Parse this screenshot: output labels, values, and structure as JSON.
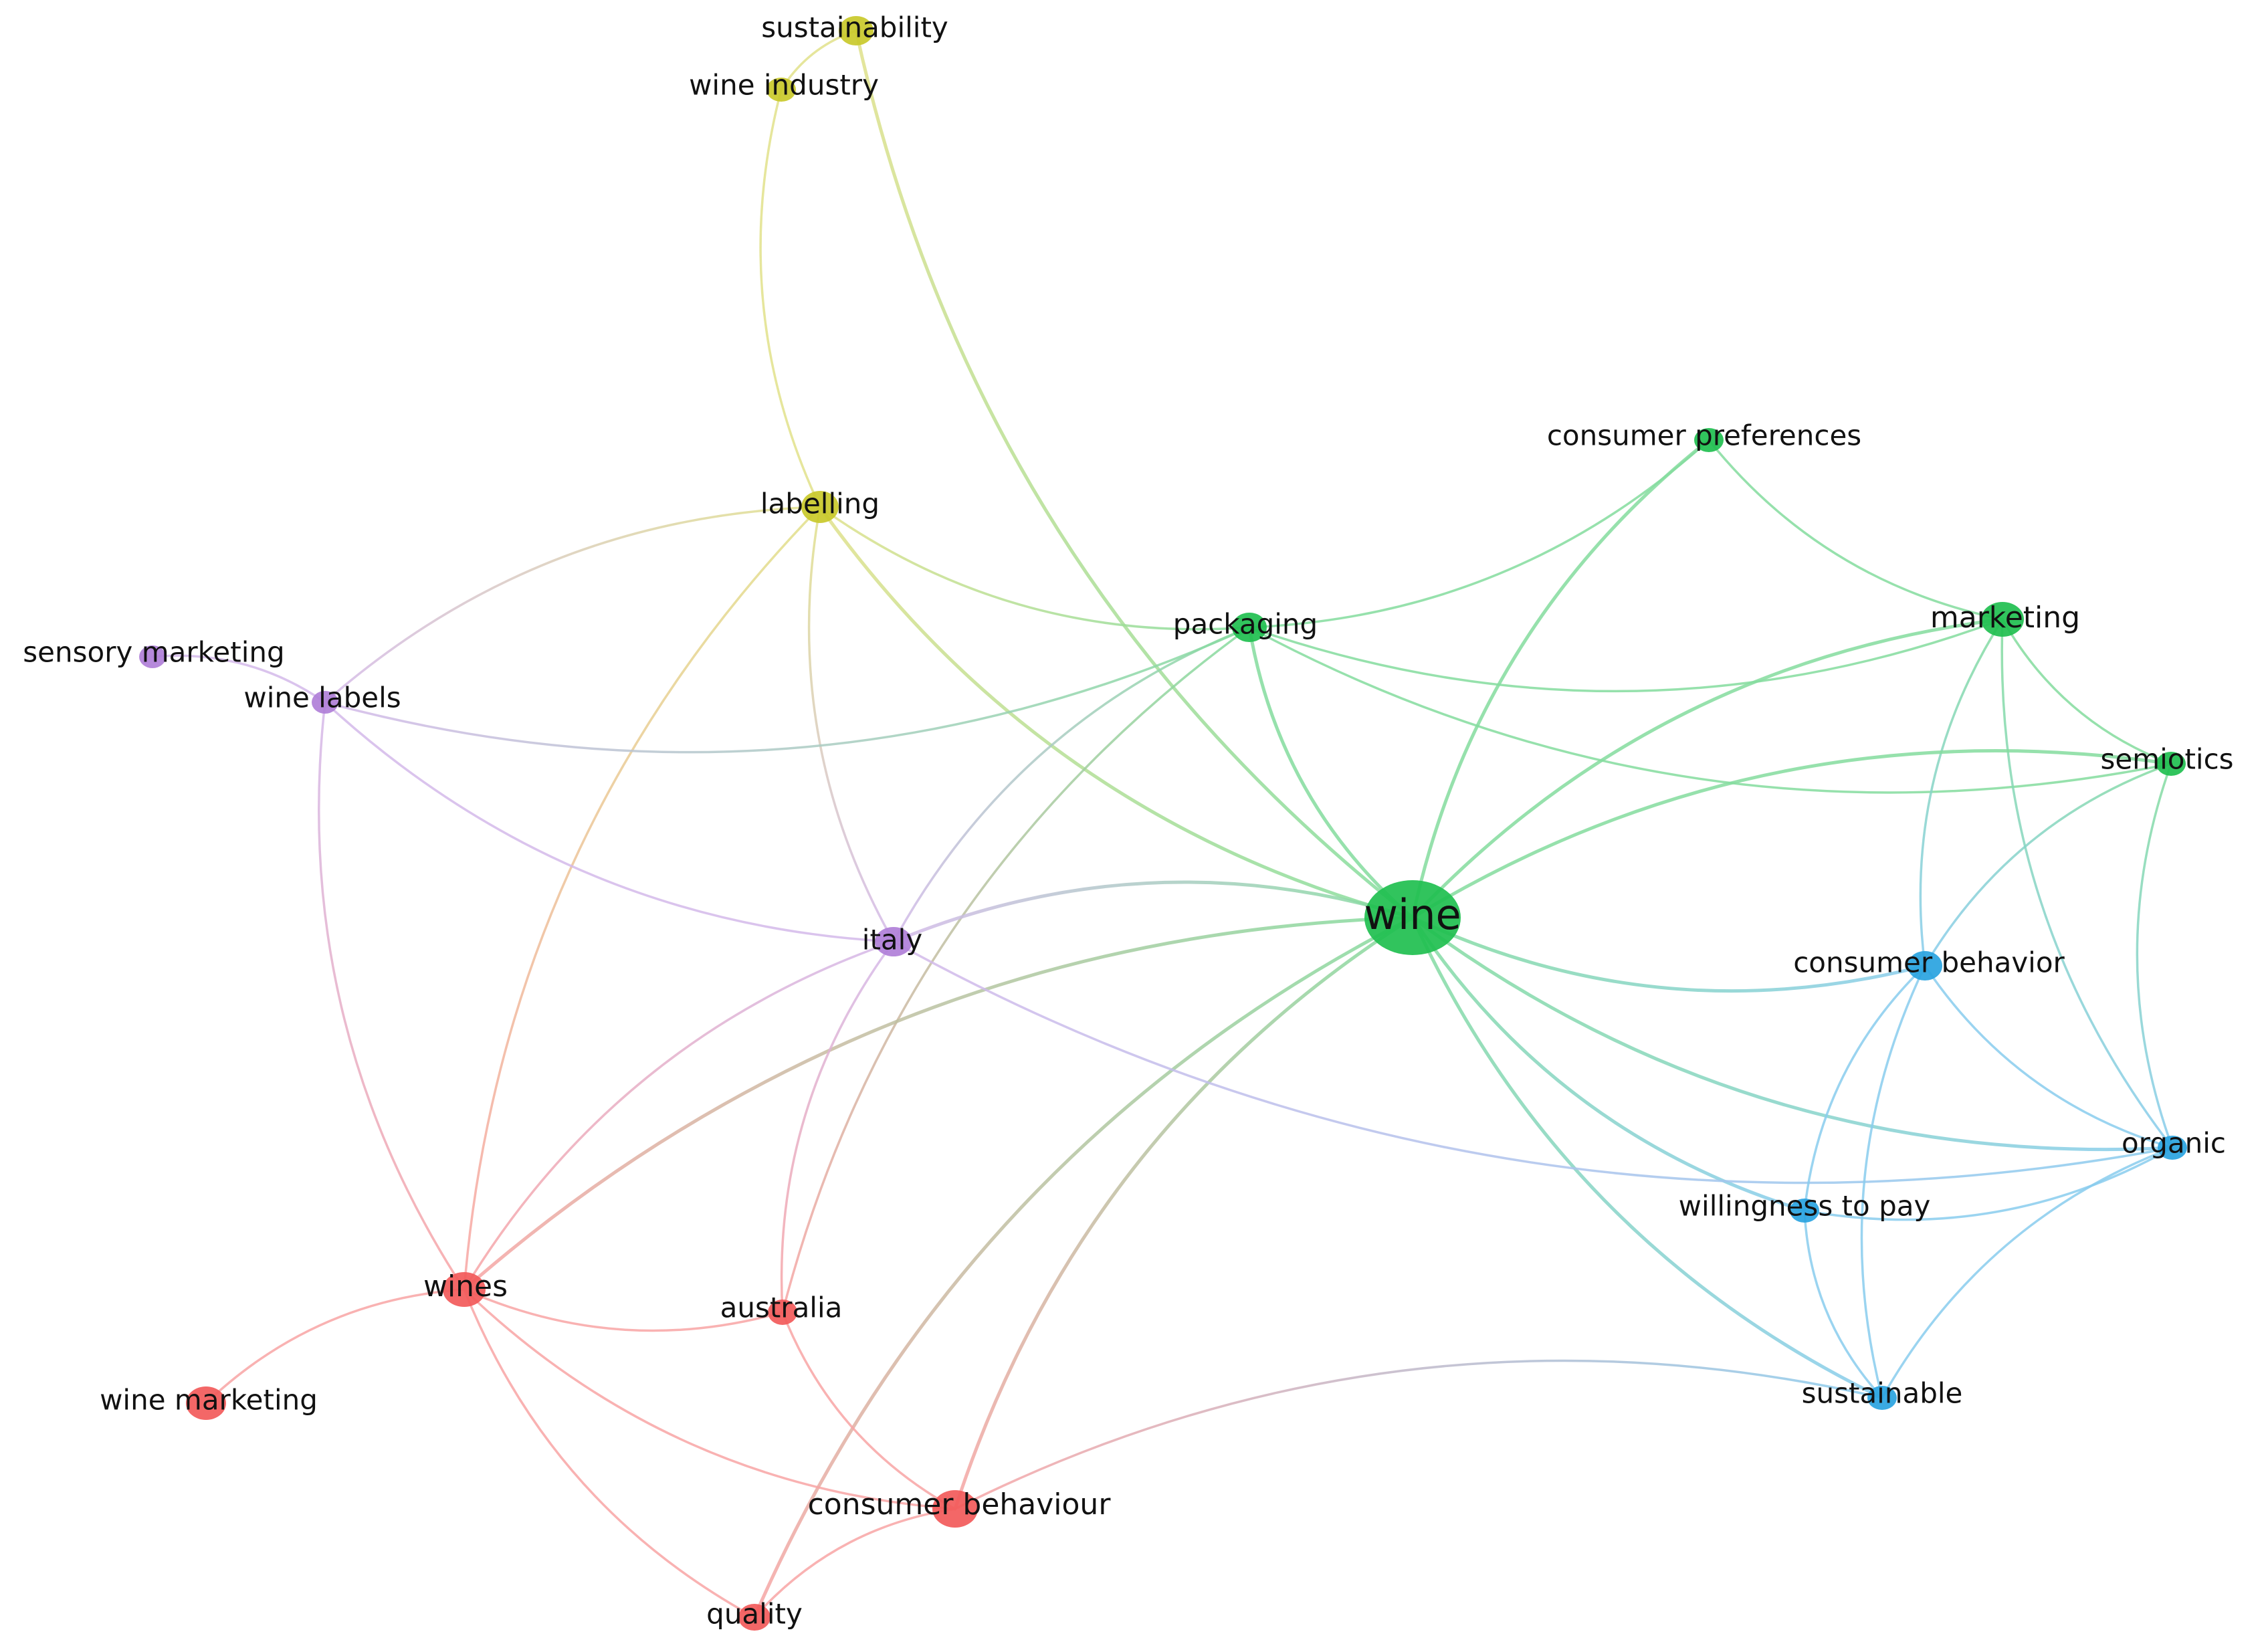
{
  "clusters": {
    "red": "#f25a5a",
    "green": "#1fbf4f",
    "blue": "#29a3e0",
    "yellow": "#c9c92a",
    "purple": "#b07fd8"
  },
  "nodes": [
    {
      "id": "wine",
      "label": "wine",
      "cluster": "green",
      "weight": 5
    },
    {
      "id": "sustainability",
      "label": "sustainability",
      "cluster": "yellow",
      "weight": 2
    },
    {
      "id": "wine_industry",
      "label": "wine industry",
      "cluster": "yellow",
      "weight": 1
    },
    {
      "id": "labelling",
      "label": "labelling",
      "cluster": "yellow",
      "weight": 2
    },
    {
      "id": "consumer_preferences",
      "label": "consumer preferences",
      "cluster": "green",
      "weight": 1
    },
    {
      "id": "packaging",
      "label": "packaging",
      "cluster": "green",
      "weight": 2
    },
    {
      "id": "marketing",
      "label": "marketing",
      "cluster": "green",
      "weight": 2
    },
    {
      "id": "semiotics",
      "label": "semiotics",
      "cluster": "green",
      "weight": 1
    },
    {
      "id": "sensory_marketing",
      "label": "sensory marketing",
      "cluster": "purple",
      "weight": 1
    },
    {
      "id": "wine_labels",
      "label": "wine labels",
      "cluster": "purple",
      "weight": 1
    },
    {
      "id": "italy",
      "label": "italy",
      "cluster": "purple",
      "weight": 2
    },
    {
      "id": "consumer_behavior",
      "label": "consumer behavior",
      "cluster": "blue",
      "weight": 2
    },
    {
      "id": "organic",
      "label": "organic",
      "cluster": "blue",
      "weight": 1
    },
    {
      "id": "willingness_to_pay",
      "label": "willingness to pay",
      "cluster": "blue",
      "weight": 1
    },
    {
      "id": "sustainable",
      "label": "sustainable",
      "cluster": "blue",
      "weight": 1
    },
    {
      "id": "wines",
      "label": "wines",
      "cluster": "red",
      "weight": 2
    },
    {
      "id": "australia",
      "label": "australia",
      "cluster": "red",
      "weight": 1
    },
    {
      "id": "wine_marketing",
      "label": "wine marketing",
      "cluster": "red",
      "weight": 2
    },
    {
      "id": "consumer_behaviour",
      "label": "consumer behaviour",
      "cluster": "red",
      "weight": 3
    },
    {
      "id": "quality",
      "label": "quality",
      "cluster": "red",
      "weight": 1
    }
  ],
  "edges": [
    [
      "sustainability",
      "wine_industry"
    ],
    [
      "sustainability",
      "wine"
    ],
    [
      "wine_industry",
      "labelling"
    ],
    [
      "labelling",
      "packaging"
    ],
    [
      "labelling",
      "wine"
    ],
    [
      "labelling",
      "wine_labels"
    ],
    [
      "labelling",
      "italy"
    ],
    [
      "labelling",
      "wines"
    ],
    [
      "wine_labels",
      "packaging"
    ],
    [
      "wine_labels",
      "sensory_marketing"
    ],
    [
      "wine_labels",
      "italy"
    ],
    [
      "wine_labels",
      "wines"
    ],
    [
      "packaging",
      "wine"
    ],
    [
      "packaging",
      "consumer_preferences"
    ],
    [
      "packaging",
      "marketing"
    ],
    [
      "packaging",
      "semiotics"
    ],
    [
      "packaging",
      "italy"
    ],
    [
      "packaging",
      "australia"
    ],
    [
      "consumer_preferences",
      "wine"
    ],
    [
      "consumer_preferences",
      "marketing"
    ],
    [
      "marketing",
      "wine"
    ],
    [
      "marketing",
      "semiotics"
    ],
    [
      "marketing",
      "consumer_behavior"
    ],
    [
      "marketing",
      "organic"
    ],
    [
      "semiotics",
      "wine"
    ],
    [
      "semiotics",
      "consumer_behavior"
    ],
    [
      "semiotics",
      "organic"
    ],
    [
      "wine",
      "italy"
    ],
    [
      "wine",
      "consumer_behavior"
    ],
    [
      "wine",
      "organic"
    ],
    [
      "wine",
      "willingness_to_pay"
    ],
    [
      "wine",
      "sustainable"
    ],
    [
      "wine",
      "wines"
    ],
    [
      "wine",
      "consumer_behaviour"
    ],
    [
      "wine",
      "quality"
    ],
    [
      "italy",
      "wines"
    ],
    [
      "italy",
      "australia"
    ],
    [
      "italy",
      "organic"
    ],
    [
      "consumer_behavior",
      "willingness_to_pay"
    ],
    [
      "consumer_behavior",
      "sustainable"
    ],
    [
      "consumer_behavior",
      "organic"
    ],
    [
      "willingness_to_pay",
      "sustainable"
    ],
    [
      "willingness_to_pay",
      "organic"
    ],
    [
      "organic",
      "sustainable"
    ],
    [
      "sustainable",
      "consumer_behaviour"
    ],
    [
      "wines",
      "wine_marketing"
    ],
    [
      "wines",
      "australia"
    ],
    [
      "wines",
      "consumer_behaviour"
    ],
    [
      "wines",
      "quality"
    ],
    [
      "australia",
      "consumer_behaviour"
    ],
    [
      "consumer_behaviour",
      "quality"
    ]
  ]
}
